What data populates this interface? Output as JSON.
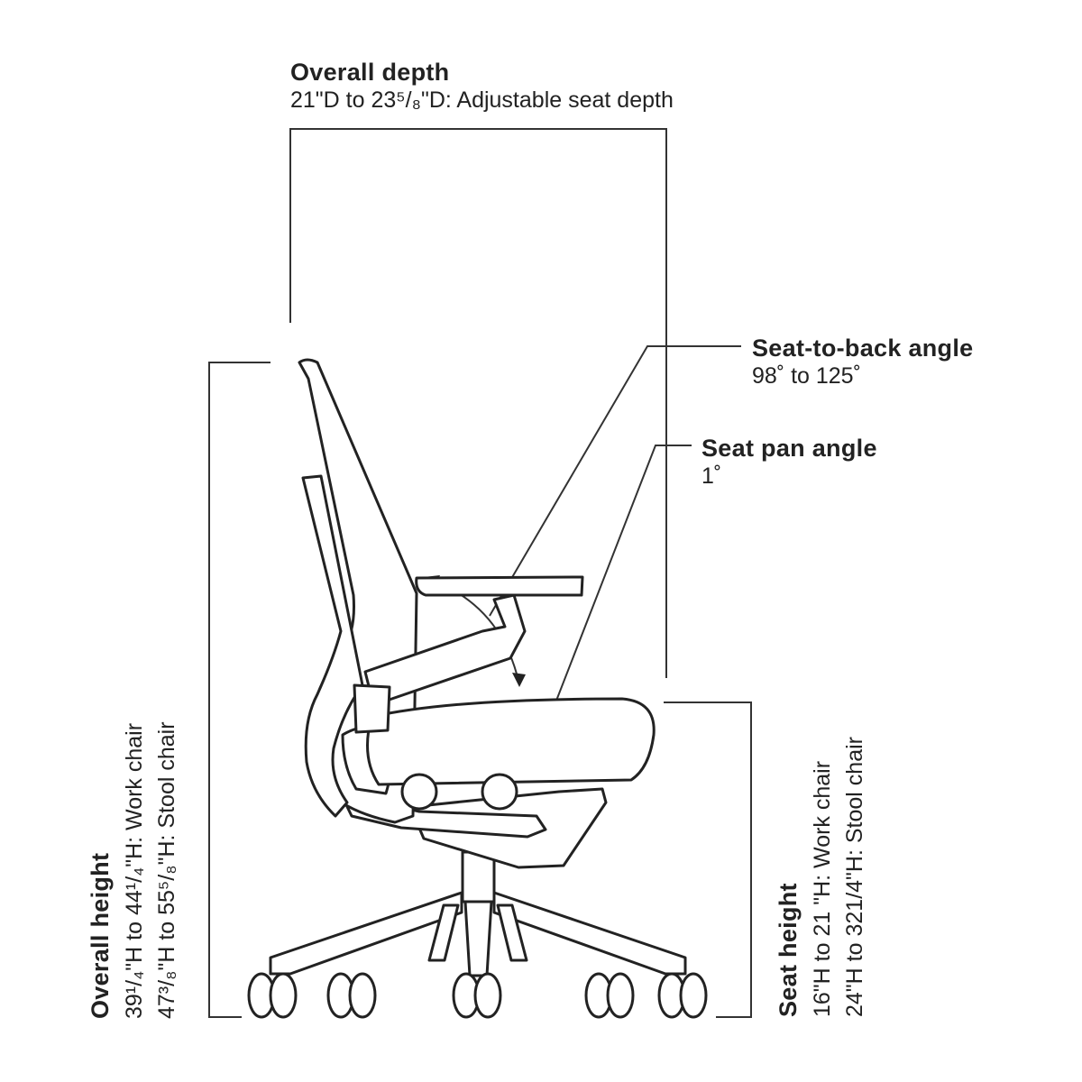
{
  "labels": {
    "overall_depth": {
      "title": "Overall depth",
      "value": "21\"D to 23⁵/₈\"D: Adjustable seat depth"
    },
    "seat_to_back_angle": {
      "title": "Seat-to-back angle",
      "value": "98˚ to 125˚"
    },
    "seat_pan_angle": {
      "title": "Seat pan angle",
      "value": "1˚"
    },
    "overall_height": {
      "title": "Overall height",
      "work_chair": "39¹/₄\"H to 44¹/₄\"H: Work chair",
      "stool_chair": "47³/₈\"H to 55⁵/₈\"H: Stool chair"
    },
    "seat_height": {
      "title": "Seat height",
      "work_chair": "16\"H to 21 \"H: Work chair",
      "stool_chair": "24\"H to 321/4\"H: Stool chair"
    }
  },
  "colors": {
    "line": "#222222",
    "fill": "#ffffff"
  }
}
